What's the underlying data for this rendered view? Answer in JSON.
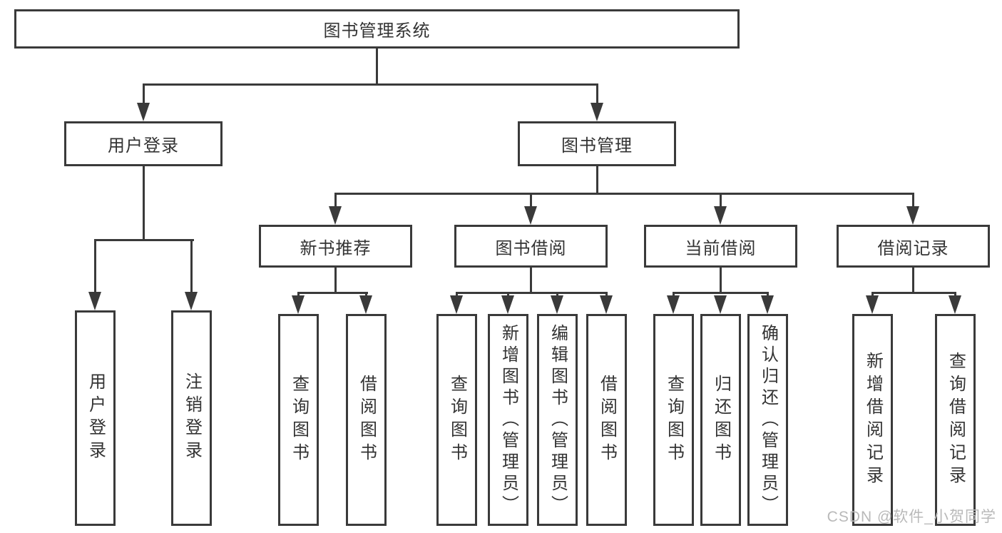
{
  "colors": {
    "line": "#3a3a3a",
    "text": "#333333",
    "background": "#ffffff",
    "watermark": "#b9b9b9"
  },
  "watermark": {
    "text": "CSDN @软件_小贺同学"
  },
  "tree": {
    "root": "图书管理系统",
    "user_login": "用户登录",
    "book_mgmt": "图书管理",
    "user_login_children": [
      "用户登录",
      "注销登录"
    ],
    "book_mgmt_children": [
      "新书推荐",
      "图书借阅",
      "当前借阅",
      "借阅记录"
    ],
    "new_book_children": [
      "查询图书",
      "借阅图书"
    ],
    "book_borrow_children": [
      "查询图书",
      "新增图书（管理员）",
      "编辑图书（管理员）",
      "借阅图书"
    ],
    "current_borrow_children": [
      "查询图书",
      "归还图书",
      "确认归还（管理员）"
    ],
    "borrow_record_children": [
      "新增借阅记录",
      "查询借阅记录"
    ]
  }
}
